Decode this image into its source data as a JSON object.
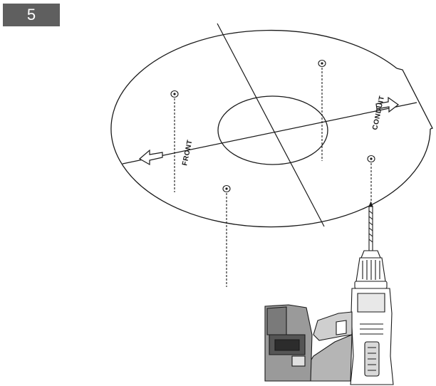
{
  "step": {
    "number": "5"
  },
  "labels": {
    "front": "FRONT",
    "conduit": "CONDUIT"
  },
  "colors": {
    "badge_bg": "#5f5f5f",
    "line": "#1a1a1a"
  }
}
